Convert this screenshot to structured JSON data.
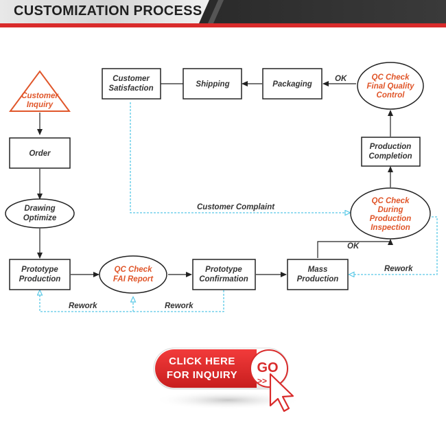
{
  "header": {
    "title": "CUSTOMIZATION PROCESS"
  },
  "nodes": {
    "customer_inquiry": [
      "Customer",
      "Inquiry"
    ],
    "order": [
      "Order"
    ],
    "drawing_optimize": [
      "Drawing",
      "Optimize"
    ],
    "prototype_production": [
      "Prototype",
      "Production"
    ],
    "qc_fai": [
      "QC Check",
      "FAI Report"
    ],
    "prototype_confirmation": [
      "Prototype",
      "Confirmation"
    ],
    "mass_production": [
      "Mass",
      "Production"
    ],
    "qc_during": [
      "QC Check",
      "During",
      "Production",
      "Inspection"
    ],
    "production_completion": [
      "Production",
      "Completion"
    ],
    "qc_final": [
      "QC Check",
      "Final Quality",
      "Control"
    ],
    "packaging": [
      "Packaging"
    ],
    "shipping": [
      "Shipping"
    ],
    "customer_satisfaction": [
      "Customer",
      "Satisfaction"
    ]
  },
  "edge_labels": {
    "ok_top": "OK",
    "ok_mid": "OK",
    "customer_complaint": "Customer Complaint",
    "rework_right": "Rework",
    "rework_left": "Rework",
    "rework_mid": "Rework"
  },
  "cta": {
    "line1": "CLICK HERE",
    "line2": "FOR INQUIRY",
    "go": "GO",
    "arrows": ">>"
  },
  "colors": {
    "accent_red": "#d92b2b",
    "orange_text": "#e0562a",
    "dashed_blue": "#57c8e6",
    "dark": "#222222"
  }
}
